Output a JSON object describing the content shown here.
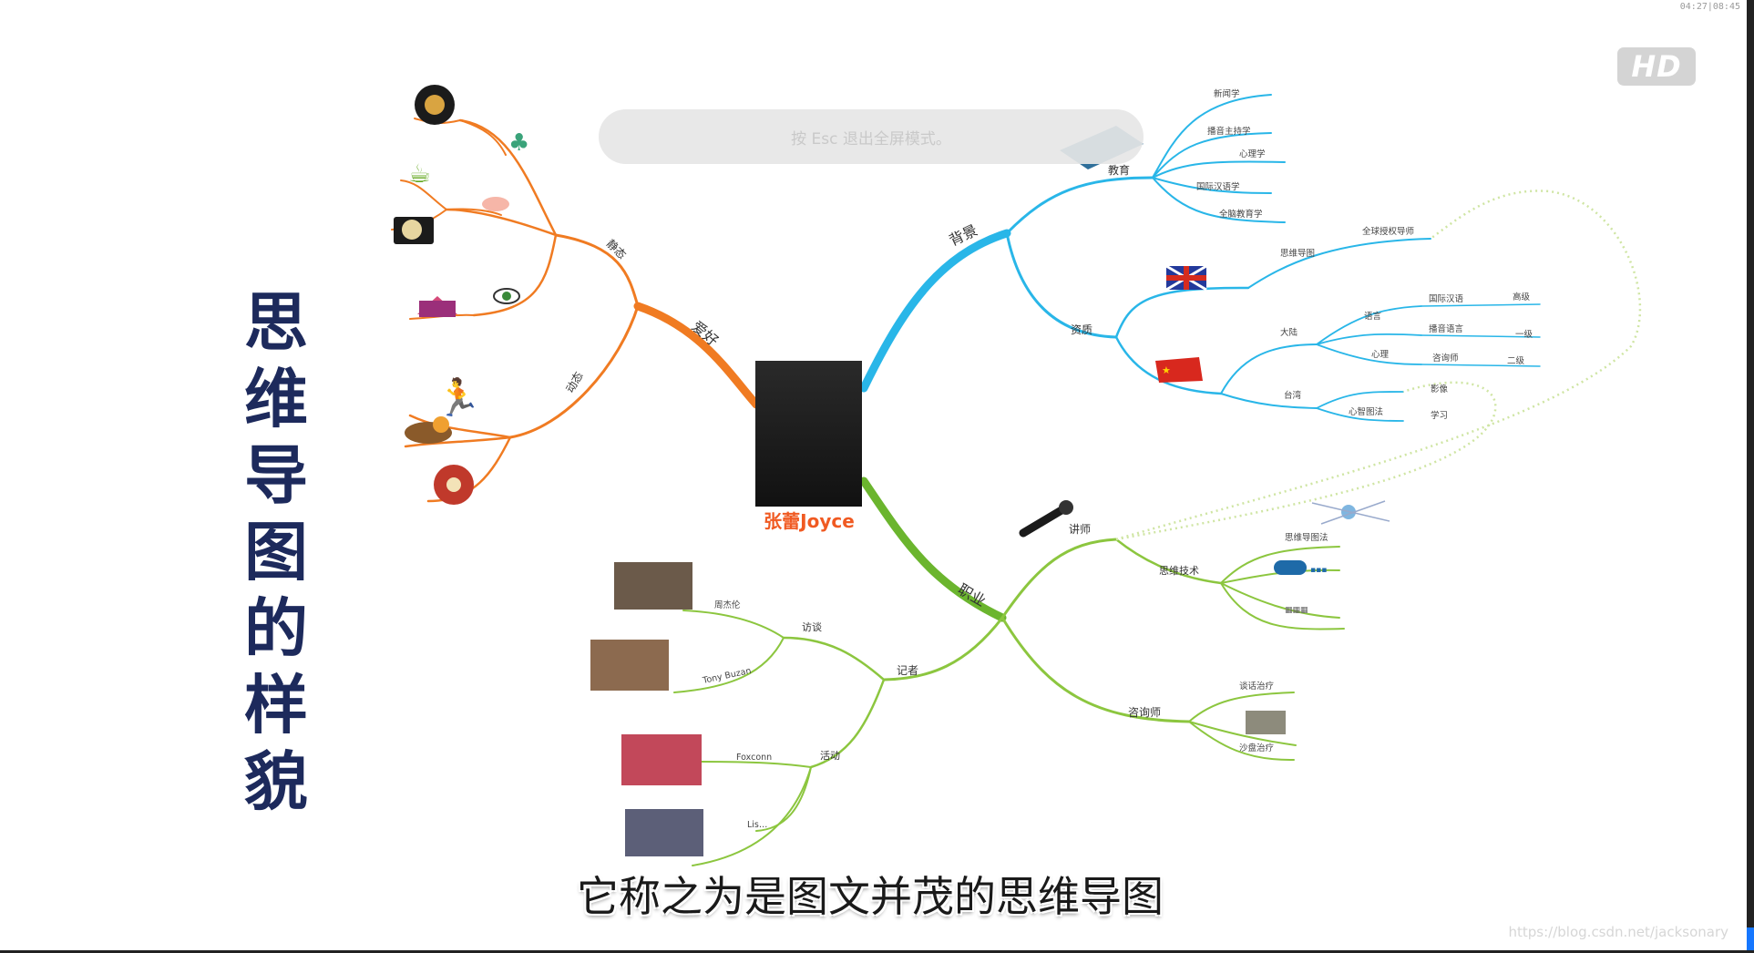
{
  "page": {
    "title_vertical": "思维导图的样貌",
    "esc_banner": "按 Esc 退出全屏模式。",
    "hd_badge": "HD",
    "time_readout": "04:27|08:45",
    "subtitle": "它称之为是图文并茂的思维导图",
    "watermark": "https://blog.csdn.net/jacksonary"
  },
  "mindmap": {
    "center": {
      "name": "张蕾Joyce"
    },
    "branch_labels": {
      "hobby": "爱好",
      "hobby_static": "静态",
      "hobby_active": "动态",
      "background": "背景",
      "education": "教育",
      "resources": "资质",
      "career": "职业",
      "lecturer": "讲师",
      "mindmap_tech": "思维技术",
      "counselor": "咨询师",
      "journalist": "记者",
      "interview": "访谈",
      "activity": "活动"
    },
    "education_items": [
      "新闻学",
      "播音主持学",
      "心理学",
      "国际汉语学",
      "全脑教育学"
    ],
    "resources": {
      "uk": "思维导图",
      "uk_sub": "全球授权导师",
      "mainland": "大陆",
      "mainland_lang": "语言",
      "mainland_lang_a": "国际汉语",
      "mainland_lang_a_level": "高级",
      "mainland_lang_b": "播音语言",
      "mainland_lang_b_level": "一级",
      "mainland_psy": "心理",
      "mainland_psy_a": "咨询师",
      "mainland_psy_a_level": "二级",
      "taiwan": "台湾",
      "taiwan_item": "心智图法",
      "taiwan_sub_a": "影像",
      "taiwan_sub_b": "学习"
    },
    "career_items": {
      "mindmap_tech_a": "思维导图法",
      "counselor_a": "谈话治疗",
      "counselor_b": "沙盘治疗",
      "interview_a": "周杰伦",
      "interview_b": "Tony Buzan",
      "activity_a": "Foxconn",
      "activity_b": "Lis…"
    }
  },
  "colors": {
    "orange": "#f07b22",
    "orange_dark": "#f05a22",
    "blue": "#29b6e8",
    "green": "#8cc63f",
    "green_dark": "#5fad2b",
    "title": "#1d2a5c",
    "dotted": "#cfe5a3"
  }
}
